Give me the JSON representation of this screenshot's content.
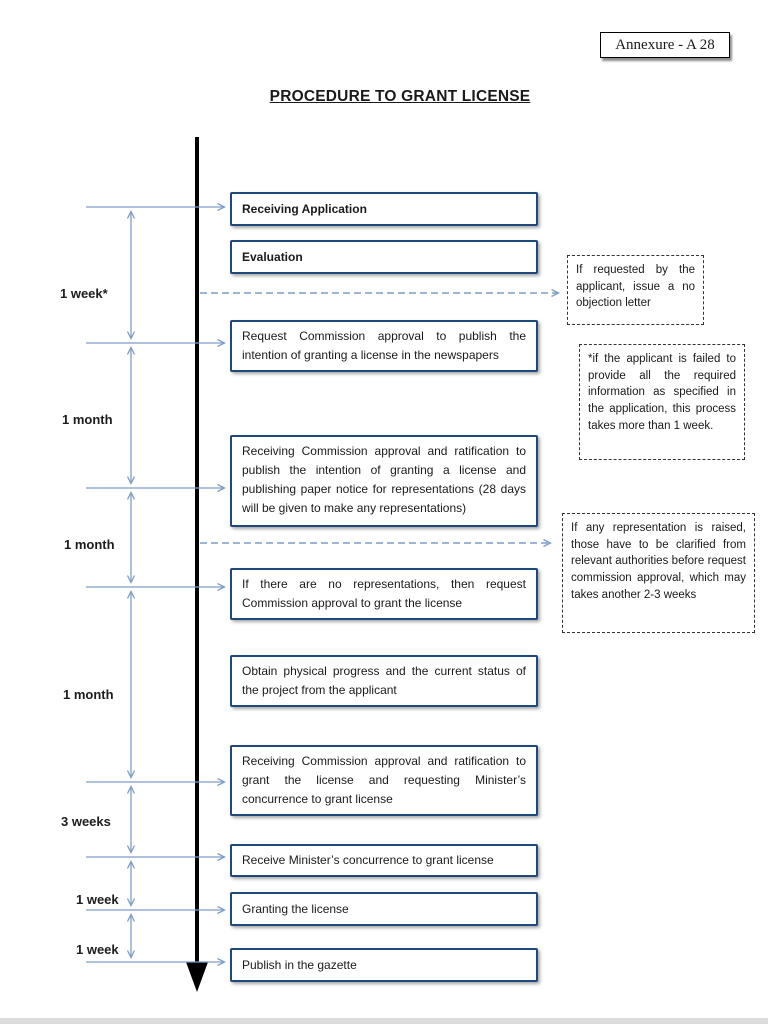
{
  "annexure": {
    "label": "Annexure - A 28"
  },
  "title": "PROCEDURE TO GRANT LICENSE",
  "timeline": {
    "intervals": [
      {
        "label": "1 week*"
      },
      {
        "label": "1 month"
      },
      {
        "label": "1 month"
      },
      {
        "label": "1 month"
      },
      {
        "label": "3 weeks"
      },
      {
        "label": "1 week"
      },
      {
        "label": "1 week"
      }
    ]
  },
  "steps": [
    {
      "label": "Receiving Application"
    },
    {
      "label": "Evaluation"
    },
    {
      "label": "Request Commission approval to publish the intention of granting a license in the newspapers"
    },
    {
      "label": "Receiving Commission approval and ratification to publish the intention of granting a license and publishing paper notice for representations (28 days will be given to make any representations)"
    },
    {
      "label": "If there are no representations, then request Commission approval to grant the license"
    },
    {
      "label": "Obtain physical progress and the current status of the project from the applicant"
    },
    {
      "label": "Receiving Commission approval and ratification to grant the license and requesting Minister’s concurrence to grant license"
    },
    {
      "label": "Receive Minister’s concurrence to grant license"
    },
    {
      "label": "Granting the license"
    },
    {
      "label": "Publish in the gazette"
    }
  ],
  "notes": [
    {
      "label": "If requested by the applicant, issue a no objection letter"
    },
    {
      "label": "*if the applicant is failed to provide all the required information as specified in the application, this process takes more than 1 week."
    },
    {
      "label": "If any representation is raised, those have to be clarified from relevant authorities before request commission approval, which may takes another 2-3 weeks"
    }
  ],
  "colors": {
    "box_border": "#1F497D",
    "arrow_blue": "#7D9EC9",
    "timeline_black": "#000000"
  }
}
